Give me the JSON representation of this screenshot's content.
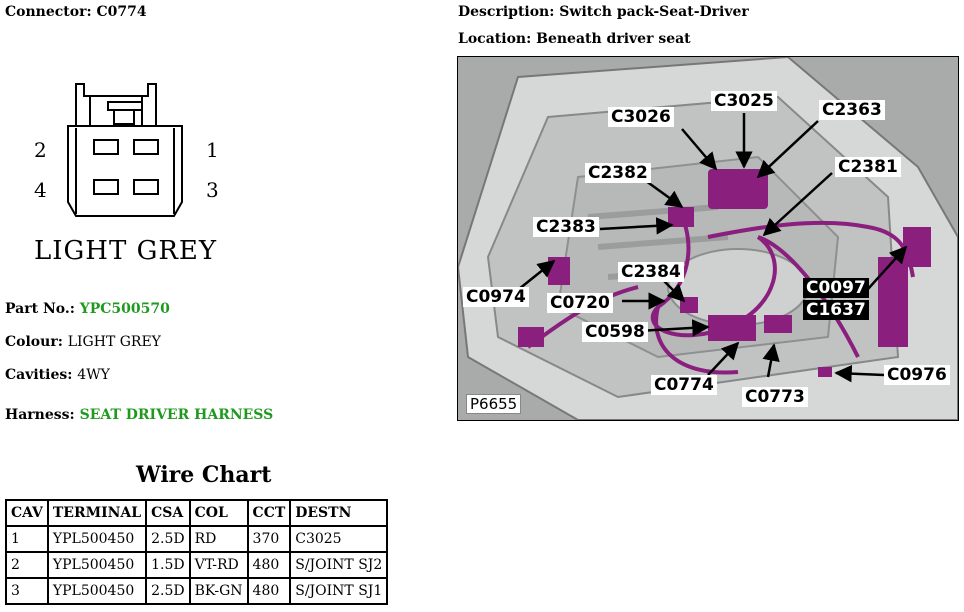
{
  "connector": {
    "label": "Connector:",
    "value": "C0774"
  },
  "description": {
    "label": "Description:",
    "value": "Switch pack-Seat-Driver"
  },
  "location": {
    "label": "Location:",
    "value": "Beneath driver seat"
  },
  "pin_labels": {
    "p1": "1",
    "p2": "2",
    "p3": "3",
    "p4": "4"
  },
  "drawing_caption": "LIGHT GREY",
  "part_no": {
    "label": "Part No.:",
    "value": "YPC500570"
  },
  "colour": {
    "label": "Colour:",
    "value": "LIGHT GREY"
  },
  "cavities": {
    "label": "Cavities:",
    "value": "4WY"
  },
  "harness": {
    "label": "Harness:",
    "value": "SEAT DRIVER HARNESS"
  },
  "wire_chart": {
    "title": "Wire Chart",
    "headers": [
      "CAV",
      "TERMINAL",
      "CSA",
      "COL",
      "CCT",
      "DESTN"
    ],
    "rows": [
      [
        "1",
        "YPL500450",
        "2.5D",
        "RD",
        "370",
        "C3025"
      ],
      [
        "2",
        "YPL500450",
        "1.5D",
        "VT-RD",
        "480",
        "S/JOINT SJ2"
      ],
      [
        "3",
        "YPL500450",
        "2.5D",
        "BK-GN",
        "480",
        "S/JOINT SJ1"
      ]
    ]
  },
  "photo": {
    "ref": "P6655",
    "labels": {
      "c3026": "C3026",
      "c3025": "C3025",
      "c2363": "C2363",
      "c2382": "C2382",
      "c2381": "C2381",
      "c2383": "C2383",
      "c2384": "C2384",
      "c0974": "C0974",
      "c0720": "C0720",
      "c0097": "C0097",
      "c1637": "C1637",
      "c0598": "C0598",
      "c0774": "C0774",
      "c0773": "C0773",
      "c0976": "C0976"
    }
  },
  "colors": {
    "green": "#1f9a1f",
    "harness": "#8a1f7e",
    "photo_background": "#a9abab"
  }
}
